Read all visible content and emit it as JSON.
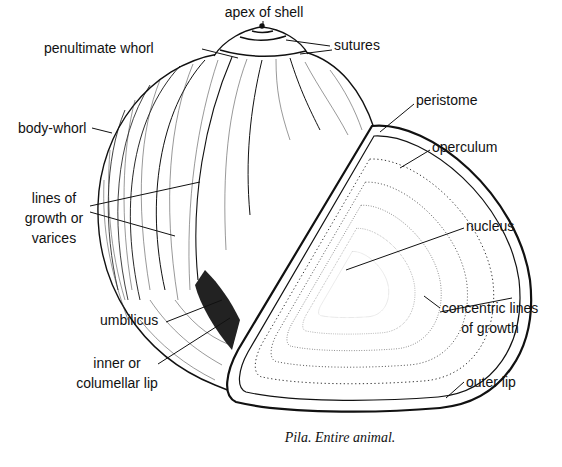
{
  "diagram": {
    "caption": "Pila. Entire animal.",
    "labels": [
      "apex of shell",
      "penultimate whorl",
      "sutures",
      "body-whorl",
      "peristome",
      "operculum",
      "lines of growth or varices",
      "nucleus",
      "concentric lines of growth",
      "umbilicus",
      "inner or columellar lip",
      "outer lip"
    ]
  }
}
